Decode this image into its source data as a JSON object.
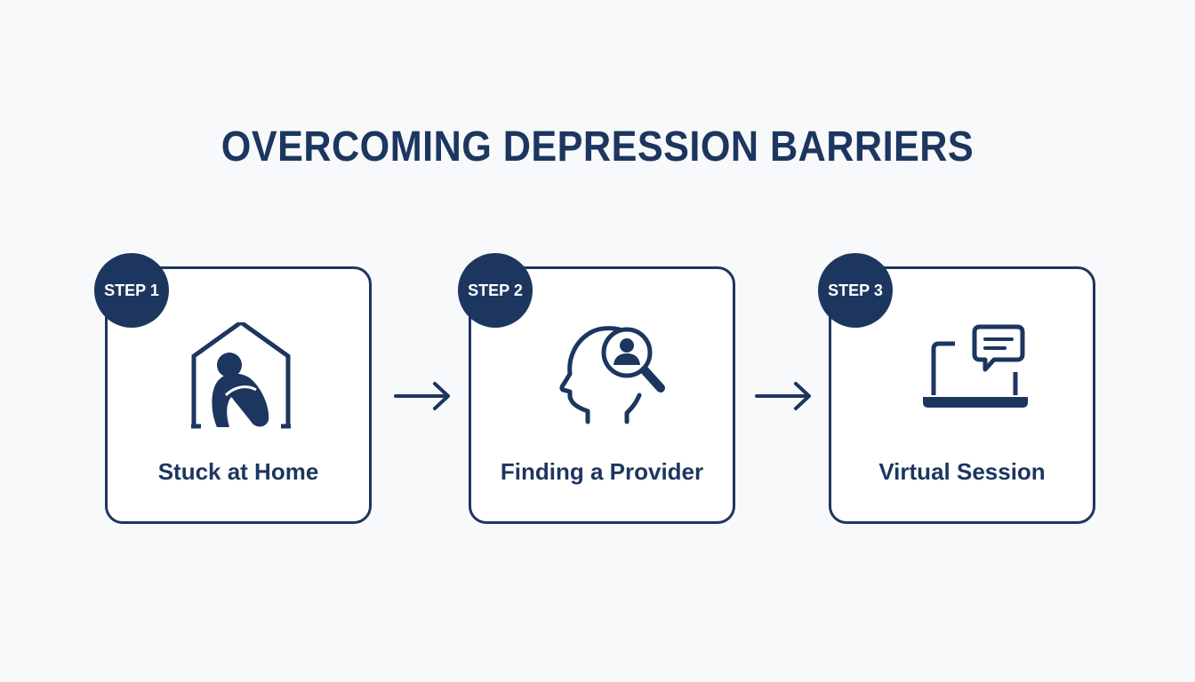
{
  "title": "OVERCOMING DEPRESSION BARRIERS",
  "steps": [
    {
      "badge": "STEP 1",
      "label": "Stuck at Home",
      "icon": "person-in-house-icon"
    },
    {
      "badge": "STEP 2",
      "label": "Finding a Provider",
      "icon": "head-magnifier-search-icon"
    },
    {
      "badge": "STEP 3",
      "label": "Virtual Session",
      "icon": "laptop-chat-icon"
    }
  ],
  "colors": {
    "primary": "#1c365f",
    "background": "#f8f9fa",
    "card": "#ffffff"
  }
}
